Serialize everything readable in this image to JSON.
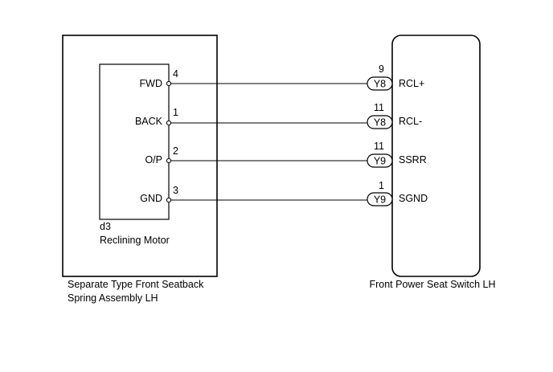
{
  "left_component": {
    "code": "d3",
    "name": "Reclining Motor",
    "assembly_line1": "Separate Type Front Seatback",
    "assembly_line2": "Spring Assembly LH"
  },
  "right_component": {
    "name": "Front Power Seat Switch LH"
  },
  "circuits": [
    {
      "left_label": "FWD",
      "left_pin": "4",
      "connector": "Y8",
      "right_pin": "9",
      "right_label": "RCL+"
    },
    {
      "left_label": "BACK",
      "left_pin": "1",
      "connector": "Y8",
      "right_pin": "11",
      "right_label": "RCL-"
    },
    {
      "left_label": "O/P",
      "left_pin": "2",
      "connector": "Y9",
      "right_pin": "11",
      "right_label": "SSRR"
    },
    {
      "left_label": "GND",
      "left_pin": "3",
      "connector": "Y9",
      "right_pin": "1",
      "right_label": "SGND"
    }
  ]
}
